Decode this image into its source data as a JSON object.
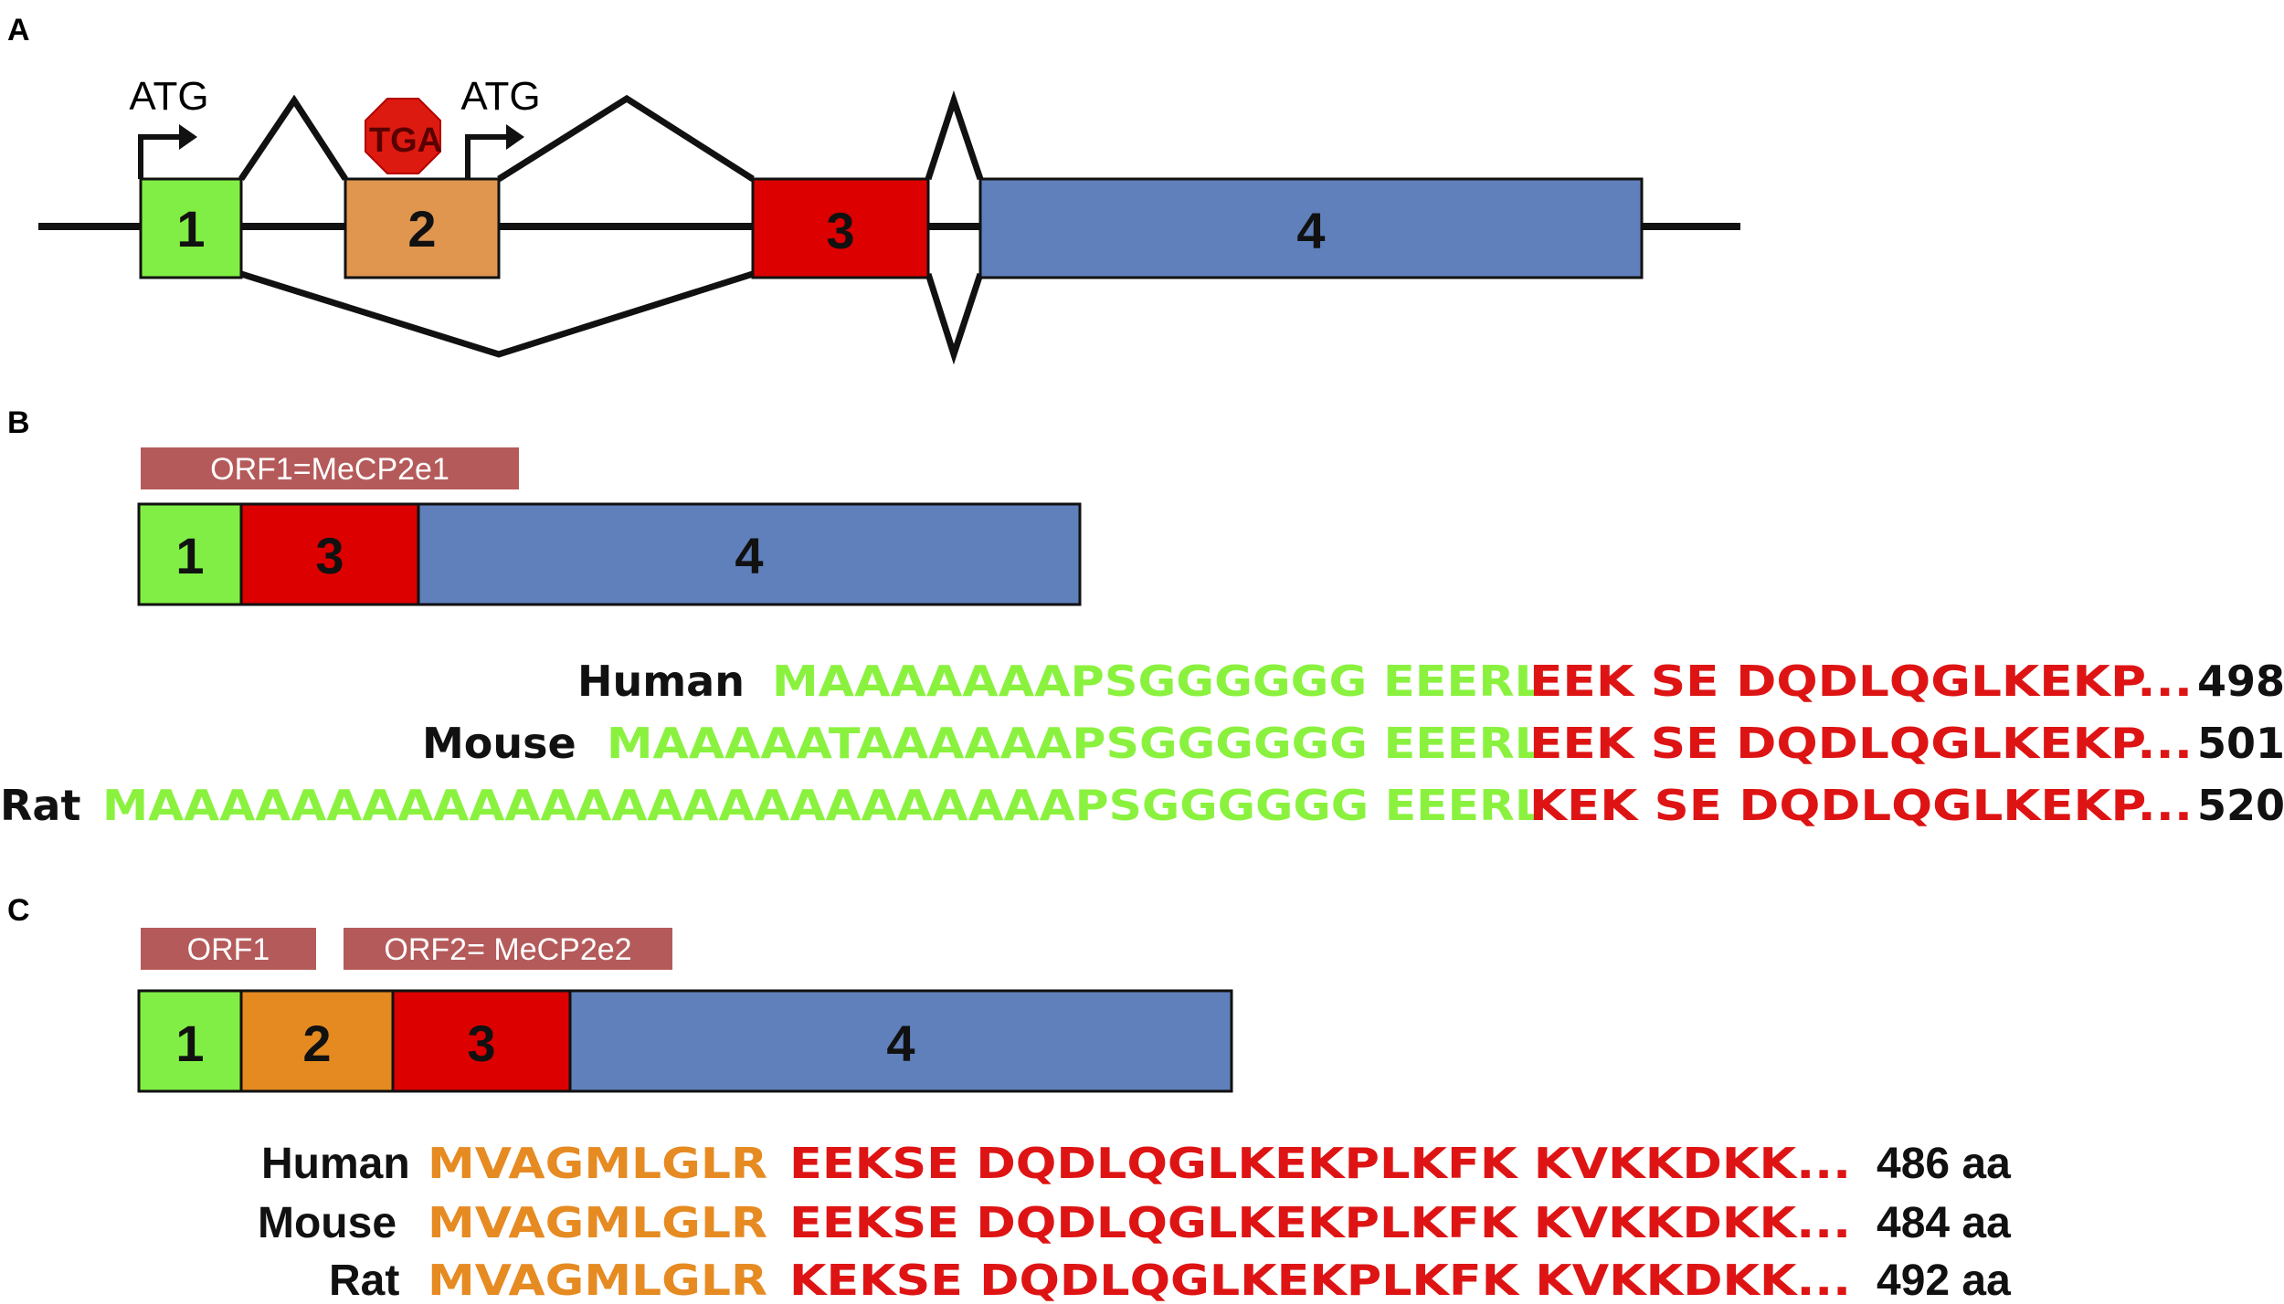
{
  "panels": {
    "a": "A",
    "b": "B",
    "c": "C"
  },
  "panel_a": {
    "exon1": "1",
    "exon2": "2",
    "exon3": "3",
    "exon4": "4",
    "atg1": "ATG",
    "atg2": "ATG",
    "stop": "TGA"
  },
  "panel_b": {
    "orf_label": "ORF1=MeCP2e1",
    "exons": [
      "1",
      "3",
      "4"
    ],
    "rows": [
      {
        "species": "Human",
        "green": "MAAAAAAAPSGGGGGG EEERL",
        "red": "EEK SE DQDLQGLKEKP...",
        "length": "498"
      },
      {
        "species": "Mouse",
        "green": "MAAAAATAAAAAAPSGGGGGG EEERL",
        "red": "EEK SE DQDLQGLKEKP...",
        "length": "501"
      },
      {
        "species": "Rat",
        "green": "MAAAAAAAAAAAAAAAAAAAAAAAAAAPSGGGGGG EEERL",
        "red": "KEK SE DQDLQGLKEKP...",
        "length": "520"
      }
    ]
  },
  "panel_c": {
    "orf1_label": "ORF1",
    "orf2_label": "ORF2= MeCP2e2",
    "exons": [
      "1",
      "2",
      "3",
      "4"
    ],
    "rows": [
      {
        "species": "Human",
        "orange": "MVAGMLGLR",
        "red": "EEKSE DQDLQGLKEKPLKFK KVKKDKK...",
        "length": "486 aa"
      },
      {
        "species": "Mouse",
        "orange": "MVAGMLGLR",
        "red": "EEKSE DQDLQGLKEKPLKFK KVKKDKK...",
        "length": "484 aa"
      },
      {
        "species": "Rat",
        "orange": "MVAGMLGLR",
        "red": "KEKSE DQDLQGLKEKPLKFK KVKKDKK...",
        "length": "492 aa"
      }
    ]
  },
  "colors": {
    "exon1": "#80ee44",
    "exon2_a": "#e0964f",
    "exon2_c": "#e48a20",
    "exon3": "#dc0000",
    "exon4": "#6080bb",
    "orf_bar": "#b55a5a",
    "stop_sign": "#dd1a10",
    "seq_green": "#8af23f",
    "seq_red": "#de1414",
    "seq_orange": "#e68a22"
  }
}
